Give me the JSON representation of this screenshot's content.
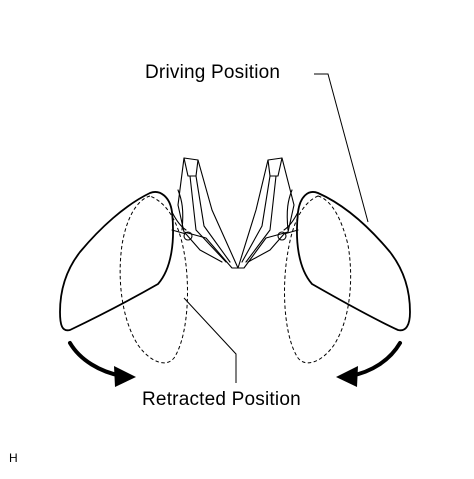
{
  "labels": {
    "driving_position": "Driving Position",
    "retracted_position": "Retracted Position",
    "figure_code": "H"
  },
  "colors": {
    "line": "#000000",
    "background": "#ffffff"
  }
}
